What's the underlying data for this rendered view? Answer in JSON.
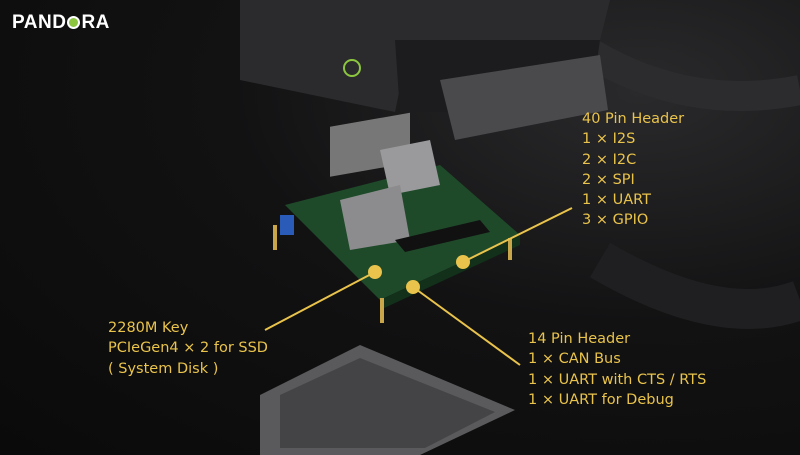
{
  "brand": {
    "name_before": "PAND",
    "name_after": "RA",
    "logo_dot_color": "#8cc63f"
  },
  "accent_color": "#e9c34b",
  "callouts": {
    "pin40": {
      "lines": [
        "40 Pin Header",
        "1 × I2S",
        "2 × I2C",
        "2 × SPI",
        "1 × UART",
        "3 × GPIO"
      ]
    },
    "m2": {
      "lines": [
        "2280M Key",
        "PCIeGen4 × 2 for SSD",
        "( System Disk )"
      ]
    },
    "pin14": {
      "lines": [
        "14 Pin Header",
        "1 × CAN Bus",
        "1 × UART with CTS / RTS",
        "1 × UART for Debug"
      ]
    }
  }
}
